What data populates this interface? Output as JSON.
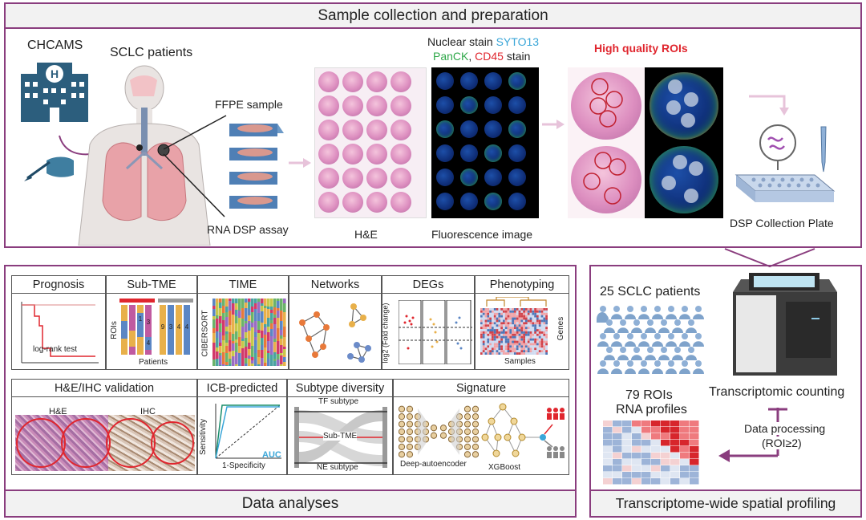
{
  "sections": {
    "top_title": "Sample collection and preparation",
    "bottom_left_title": "Data analyses",
    "bottom_right_title": "Transcriptome-wide spatial profiling"
  },
  "top": {
    "hospital": "CHCAMS",
    "patients": "SCLC patients",
    "ffpe": "FFPE sample",
    "rna_dsp": "RNA DSP assay",
    "he": "H&E",
    "stain_line1_a": "Nuclear stain ",
    "stain_line1_b": "SYTO13",
    "stain_line2_a": "PanCK",
    "stain_line2_b": ", ",
    "stain_line2_c": "CD45",
    "stain_line2_d": " stain",
    "fluorescence": "Fluorescence image",
    "high_quality": "High quality ROIs",
    "plate": "DSP Collection Plate"
  },
  "right": {
    "patients_count": "25 SCLC patients",
    "rois_line1": "79 ROIs",
    "rois_line2": "RNA profiles",
    "counting": "Transcriptomic counting",
    "processing_line1": "Data processing",
    "processing_line2": "(ROI≥2)"
  },
  "panels": {
    "prognosis": {
      "title": "Prognosis",
      "note": "log-rank test"
    },
    "subtme": {
      "title": "Sub-TME",
      "ylabel": "ROIs",
      "xlabel": "Patients"
    },
    "time": {
      "title": "TIME",
      "ylabel": "CIBERSORT"
    },
    "networks": {
      "title": "Networks"
    },
    "degs": {
      "title": "DEGs",
      "ylabel": "log2 (Fold change)"
    },
    "phenotyping": {
      "title": "Phenotyping",
      "ylabel": "Genes",
      "xlabel": "Samples"
    },
    "validation": {
      "title": "H&E/IHC validation",
      "left": "H&E",
      "right": "IHC"
    },
    "icb": {
      "title": "ICB-predicted",
      "ylabel": "Sensitivity",
      "xlabel": "1-Specificity",
      "auc": "AUC"
    },
    "subtype": {
      "title": "Subtype diversity",
      "top": "TF subtype",
      "mid": "Sub-TME",
      "bottom": "NE subtype"
    },
    "signature": {
      "title": "Signature",
      "left": "Deep-autoencoder",
      "right": "XGBoost"
    }
  },
  "colors": {
    "frame": "#8a3d7e",
    "band": "#f2f2f2",
    "syto13": "#3aa6d8",
    "panck": "#2fa84a",
    "cd45": "#e0262e",
    "roi_red": "#e0262e"
  }
}
